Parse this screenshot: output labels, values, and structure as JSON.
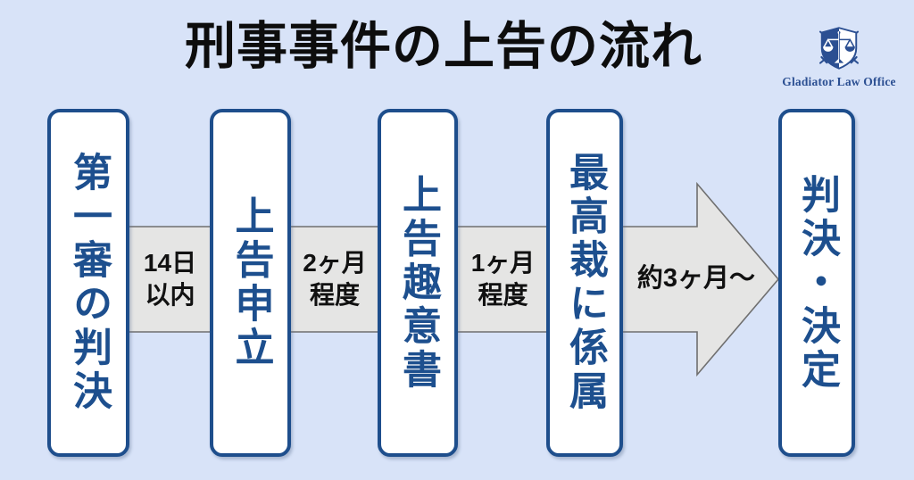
{
  "title": "刑事事件の上告の流れ",
  "logo": {
    "text": "Gladiator Law Office",
    "icon": "shield-scales-of-justice-with-crossed-swords"
  },
  "flow": {
    "steps": [
      {
        "label": "第一審の判決"
      },
      {
        "label": "上告申立"
      },
      {
        "label": "上告趣意書"
      },
      {
        "label": "最高裁に係属"
      },
      {
        "label": "判決・決定"
      }
    ],
    "durations": [
      {
        "lines": [
          "14日",
          "以内"
        ]
      },
      {
        "lines": [
          "2ヶ月",
          "程度"
        ]
      },
      {
        "lines": [
          "1ヶ月",
          "程度"
        ]
      },
      {
        "lines": [
          "約3ヶ月〜"
        ]
      }
    ]
  },
  "colors": {
    "background": "#d8e3f8",
    "box_border": "#1e4e8c",
    "box_text": "#1d4f8e",
    "ribbon_fill": "#e5e5e4",
    "ribbon_stroke": "#6f6f6f",
    "title_text": "#0d0d0d",
    "duration_text": "#111111",
    "logo_blue": "#2b4f92"
  }
}
